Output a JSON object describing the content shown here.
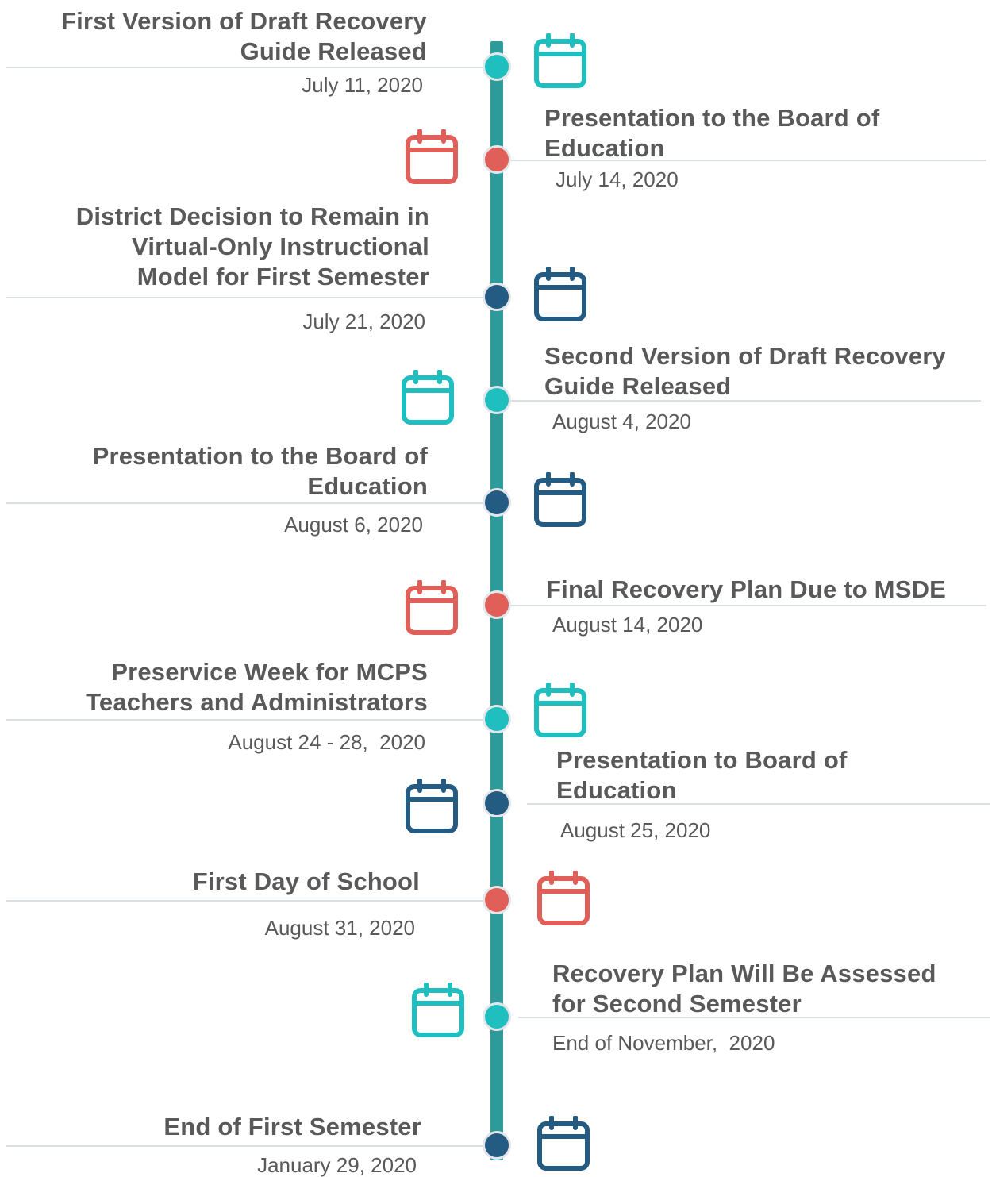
{
  "events": [
    {
      "title": "First Version of Draft Recovery\nGuide Released",
      "date": "July 11, 2020",
      "side": "left",
      "color": "#1fbfbf",
      "icon": "calendar-icon"
    },
    {
      "title": "Presentation to the Board of\nEducation",
      "date": "July 14, 2020",
      "side": "right",
      "color": "#e05f58",
      "icon": "calendar-icon"
    },
    {
      "title": "District Decision to Remain in\nVirtual-Only Instructional\nModel for First Semester",
      "date": "July 21, 2020",
      "side": "left",
      "color": "#245b82",
      "icon": "calendar-icon"
    },
    {
      "title": "Second Version of Draft Recovery\nGuide Released",
      "date": "August 4, 2020",
      "side": "right",
      "color": "#1fbfbf",
      "icon": "calendar-icon"
    },
    {
      "title": "Presentation to the Board of\nEducation",
      "date": "August 6, 2020",
      "side": "left",
      "color": "#245b82",
      "icon": "calendar-icon"
    },
    {
      "title": "Final Recovery Plan Due to MSDE",
      "date": "August 14, 2020",
      "side": "right",
      "color": "#e05f58",
      "icon": "calendar-icon"
    },
    {
      "title": "Preservice Week for MCPS\nTeachers and Administrators",
      "date": "August 24 - 28,  2020",
      "side": "left",
      "color": "#1fbfbf",
      "icon": "calendar-icon"
    },
    {
      "title": "Presentation to Board of\nEducation",
      "date": "August 25, 2020",
      "side": "right",
      "color": "#245b82",
      "icon": "calendar-icon"
    },
    {
      "title": "First Day of School",
      "date": "August 31, 2020",
      "side": "left",
      "color": "#e05f58",
      "icon": "calendar-icon"
    },
    {
      "title": "Recovery Plan Will Be Assessed\nfor Second Semester",
      "date": "End of November,  2020",
      "side": "right",
      "color": "#1fbfbf",
      "icon": "calendar-icon"
    },
    {
      "title": "End of First Semester",
      "date": "January 29, 2020",
      "side": "left",
      "color": "#245b82",
      "icon": "calendar-icon"
    }
  ]
}
